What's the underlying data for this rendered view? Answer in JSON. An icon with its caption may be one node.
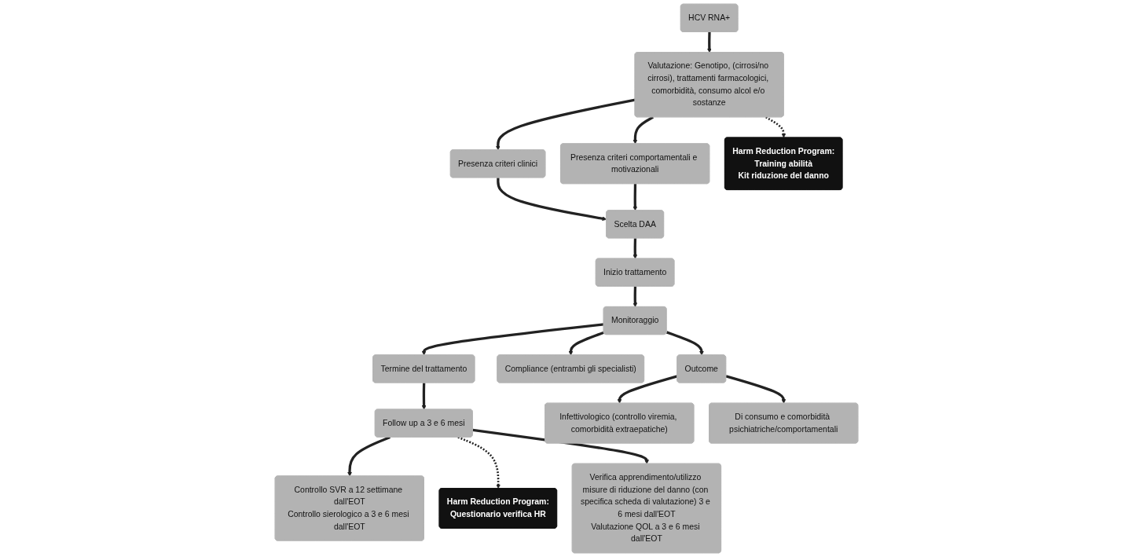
{
  "diagram": {
    "nodes": [
      {
        "text": [
          "HCV RNA+"
        ]
      },
      {
        "text": [
          "Valutazione: Genotipo, (cirrosi/no cirrosi), trattamenti farmacologici, comorbidità, consumo alcol e/o sostanze"
        ]
      },
      {
        "text": [
          "Harm Reduction Program:",
          "Training abilità",
          "Kit riduzione del danno"
        ]
      },
      {
        "text": [
          "Presenza criteri clinici"
        ]
      },
      {
        "text": [
          "Presenza criteri comportamentali e motivazionali"
        ]
      },
      {
        "text": [
          "Scelta DAA"
        ]
      },
      {
        "text": [
          "Inizio trattamento"
        ]
      },
      {
        "text": [
          "Monitoraggio"
        ]
      },
      {
        "text": [
          "Compliance (entrambi gli specialisti)"
        ]
      },
      {
        "text": [
          "Outcome"
        ]
      },
      {
        "text": [
          "Infettivologico (controllo viremia, comorbidità extraepatiche)"
        ]
      },
      {
        "text": [
          "Di consumo e comorbidità psichiatriche/comportamentali"
        ]
      },
      {
        "text": [
          "Termine del trattamento"
        ]
      },
      {
        "text": [
          "Follow up a 3 e 6 mesi"
        ]
      },
      {
        "text": [
          "Controllo SVR a 12 settimane dall'EOT",
          "Controllo sierologico a 3 e 6 mesi dall'EOT"
        ]
      },
      {
        "text": [
          "Harm Reduction Program:",
          "Questionario verifica HR"
        ]
      },
      {
        "text": [
          "Verifica apprendimento/utilizzo misure di riduzione del danno (con specifica scheda di valutazione) 3 e 6 mesi dall'EOT",
          "Valutazione QOL a 3 e 6 mesi dall'EOT"
        ]
      }
    ],
    "edges": [
      {
        "from": 0,
        "to": 1,
        "arrow": "to"
      },
      {
        "from": 1,
        "to": 2,
        "arrow": "to",
        "style": "dashed"
      },
      {
        "from": 1,
        "to": 3,
        "arrow": "to"
      },
      {
        "from": 1,
        "to": 4,
        "arrow": "to"
      },
      {
        "from": 3,
        "to": 5,
        "arrow": "to"
      },
      {
        "from": 4,
        "to": 5,
        "arrow": "to"
      },
      {
        "from": 5,
        "to": 6,
        "arrow": "to"
      },
      {
        "from": 6,
        "to": 7,
        "arrow": "to"
      },
      {
        "from": 7,
        "to": 8,
        "arrow": "to"
      },
      {
        "from": 7,
        "to": 9,
        "arrow": "to"
      },
      {
        "from": 9,
        "to": 10,
        "arrow": "to"
      },
      {
        "from": 9,
        "to": 11,
        "arrow": "to"
      },
      {
        "from": 7,
        "to": 12,
        "arrow": "to"
      },
      {
        "from": 12,
        "to": 13,
        "arrow": "to"
      },
      {
        "from": 13,
        "to": 14,
        "arrow": "to"
      },
      {
        "from": 13,
        "to": 15,
        "arrow": "to",
        "style": "dashed"
      },
      {
        "from": 13,
        "to": 16,
        "arrow": "to"
      }
    ]
  }
}
